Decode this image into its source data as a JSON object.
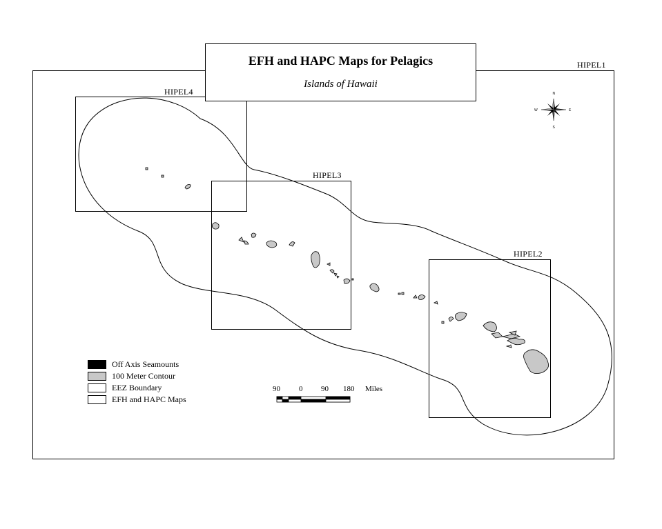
{
  "title": {
    "main": "EFH and HAPC Maps for Pelagics",
    "subtitle": "Islands of Hawaii"
  },
  "map_labels": {
    "hipel1": "HIPEL1",
    "hipel2": "HIPEL2",
    "hipel3": "HIPEL3",
    "hipel4": "HIPEL4"
  },
  "compass": {
    "n": "N",
    "s": "S",
    "e": "E",
    "w": "W"
  },
  "legend": [
    {
      "label": "Off Axis Seamounts",
      "color": "#000000"
    },
    {
      "label": "100 Meter Contour",
      "color": "#c8c8c8"
    },
    {
      "label": "EEZ Boundary",
      "color": "#ffffff"
    },
    {
      "label": "EFH and HAPC Maps",
      "color": "#ffffff"
    }
  ],
  "scale_bar": {
    "ticks": [
      "90",
      "0",
      "90",
      "180"
    ],
    "unit": "Miles"
  },
  "colors": {
    "land": "#c8c8c8",
    "outline": "#000000",
    "background": "#ffffff"
  }
}
